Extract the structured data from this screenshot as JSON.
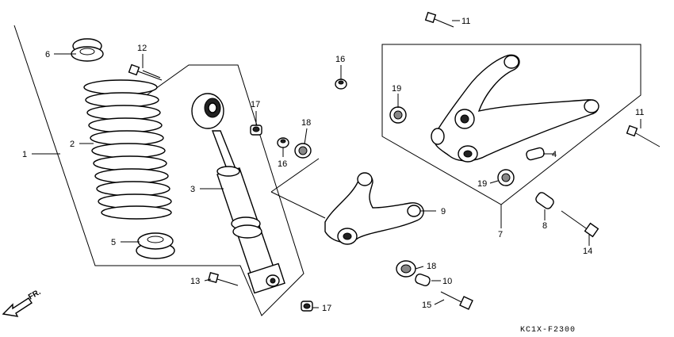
{
  "labels": {
    "p1": "1",
    "p2": "2",
    "p3": "3",
    "p4": "4",
    "p5": "5",
    "p6": "6",
    "p7": "7",
    "p8": "8",
    "p9": "9",
    "p10": "10",
    "p11a": "11",
    "p11b": "11",
    "p12": "12",
    "p13": "13",
    "p14": "14",
    "p15": "15",
    "p16a": "16",
    "p16b": "16",
    "p17a": "17",
    "p17b": "17",
    "p18a": "18",
    "p18b": "18",
    "p19a": "19",
    "p19b": "19"
  },
  "direction_label": "FR.",
  "diagram_code": "KC1X-F2300"
}
